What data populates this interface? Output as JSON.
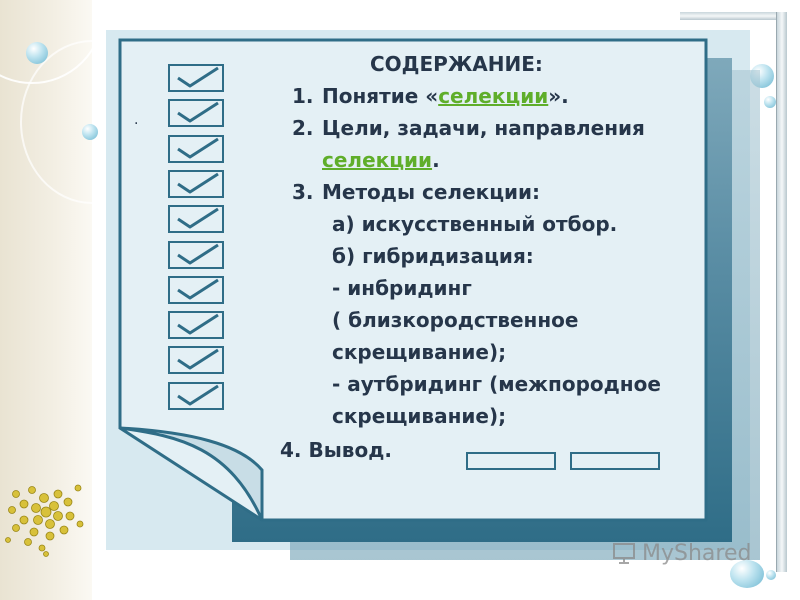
{
  "slide": {
    "heading": "СОДЕРЖАНИЕ:",
    "items": [
      {
        "num": "1.",
        "before": "Понятие «",
        "link": "селекции",
        "after": "»."
      },
      {
        "num": "2.",
        "text": "Цели, задачи, направления"
      },
      {
        "link": "селекции",
        "after": "."
      },
      {
        "num": "3.",
        "text": "Методы селекции:"
      },
      {
        "text": "а)  искусственный отбор."
      },
      {
        "text": "б) гибридизация:"
      },
      {
        "text": "- инбридинг"
      },
      {
        "text": "( близкородственное"
      },
      {
        "text": "скрещивание);"
      },
      {
        "text": "- аутбридинг (межпородное"
      },
      {
        "text": "скрещивание);"
      }
    ],
    "conclusion": "4.  Вывод.",
    "dot": "."
  },
  "checklist": {
    "count": 10,
    "icon": "checkmark-icon"
  },
  "watermark": {
    "text": "MyShared"
  },
  "colors": {
    "text": "#26364a",
    "link": "#5fae2a",
    "frame": "#2f6d87",
    "paper": "#e4f0f5"
  }
}
